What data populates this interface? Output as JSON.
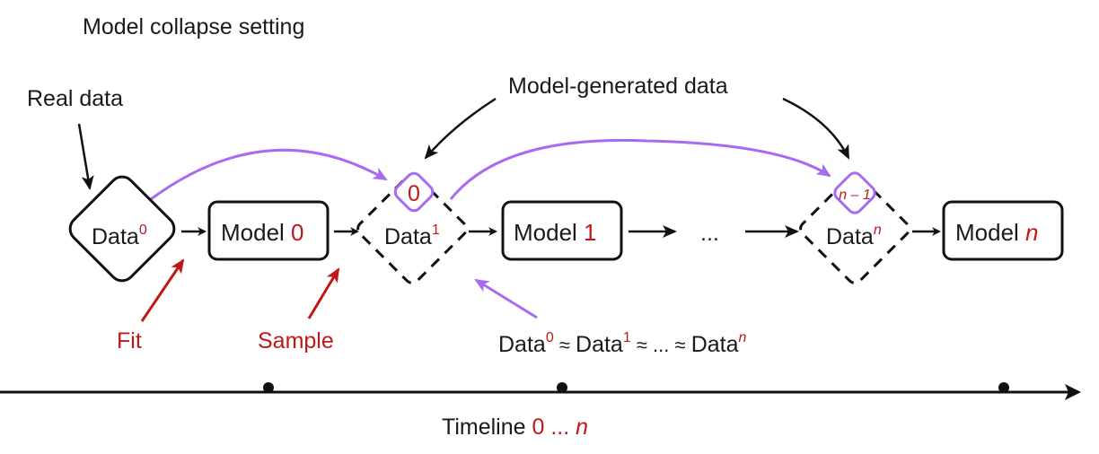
{
  "title": "Model collapse setting",
  "colors": {
    "accent_red": "#c01818",
    "accent_purple": "#a66bf0",
    "ink": "#1a1a1a"
  },
  "labels": {
    "real_data": "Real data",
    "model_generated": "Model-generated data",
    "fit": "Fit",
    "sample": "Sample",
    "ellipsis": "..."
  },
  "nodes": {
    "data0": {
      "base": "Data",
      "sup": "0"
    },
    "model0": {
      "base": "Model ",
      "idx": "0"
    },
    "data1": {
      "base": "Data",
      "sup": "1",
      "inner": "0"
    },
    "model1": {
      "base": "Model ",
      "idx": "1"
    },
    "datan": {
      "base": "Data",
      "sup": "n",
      "inner": "n – 1"
    },
    "modeln": {
      "base": "Model ",
      "idx": "n"
    }
  },
  "equivalence": {
    "a": "Data",
    "a_sup": "0",
    "approx1": " ≈ ",
    "b": "Data",
    "b_sup": "1",
    "approx2": " ≈ ... ≈ ",
    "c": "Data",
    "c_sup": "n"
  },
  "timeline": {
    "label": "Timeline ",
    "start": "0",
    "mid": " ... ",
    "end": "n"
  }
}
